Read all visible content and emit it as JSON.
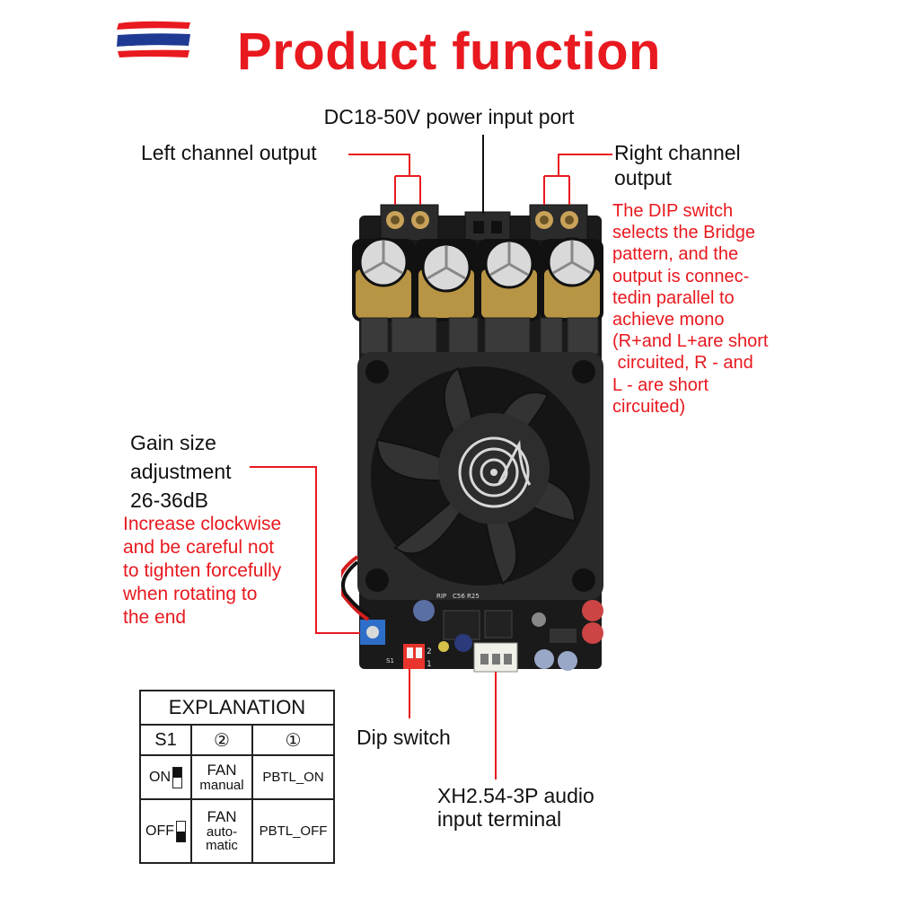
{
  "title": "Product function",
  "labels": {
    "power": "DC18-50V power input port",
    "left": "Left channel output",
    "right": [
      "Right channel",
      "output"
    ],
    "gain": [
      "Gain size",
      "adjustment",
      "26-36dB"
    ],
    "dip": "Dip switch",
    "xh": [
      "XH2.54-3P audio",
      "input terminal"
    ]
  },
  "notes": {
    "bridge": [
      "The DIP switch",
      "selects the Bridge",
      "pattern, and the",
      "output is connec-",
      "tedin parallel to",
      "achieve mono",
      "(R+and L+are short",
      " circuited, R - and",
      "L - are short",
      "circuited)"
    ],
    "gain": [
      "Increase clockwise",
      "and be careful not",
      "to tighten forcefully",
      "when rotating to",
      "the end"
    ]
  },
  "table": {
    "heading": "EXPLANATION",
    "col1": "S1",
    "col2": "②",
    "col3": "①",
    "rows": [
      {
        "state": "ON",
        "fan": [
          "FAN",
          "manual"
        ],
        "pbtl": "PBTL_ON"
      },
      {
        "state": "OFF",
        "fan": [
          "FAN",
          "auto-",
          "matic"
        ],
        "pbtl": "PBTL_OFF"
      }
    ]
  },
  "board": {
    "pcb_text": [
      "RIP",
      "C56",
      "R25",
      "S1",
      "2",
      "1"
    ]
  },
  "colors": {
    "accent": "#e8191f",
    "pcb": "#1a1a1a",
    "capacitor": "#b89544",
    "heatsink": "#3a3a3a",
    "dip_switch": "#e8342c"
  }
}
